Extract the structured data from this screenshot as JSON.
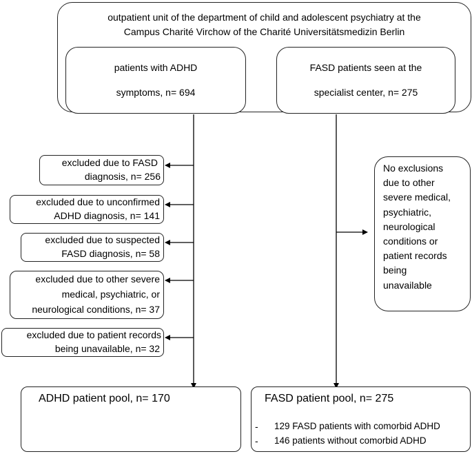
{
  "top": {
    "line1": "outpatient unit of the department of child and adolescent psychiatry at the",
    "line2": "Campus Charité Virchow of the Charité Universitätsmedizin Berlin"
  },
  "adhd_source": {
    "line1": "patients with ADHD",
    "line2": "symptoms, n= 694"
  },
  "fasd_source": {
    "line1": "FASD patients seen at the",
    "line2": "specialist center, n= 275"
  },
  "exclusions": [
    {
      "line1": "excluded due to FASD",
      "line2": "diagnosis, n= 256"
    },
    {
      "line1": "excluded due to unconfirmed",
      "line2": "ADHD diagnosis, n= 141"
    },
    {
      "line1": "excluded due to suspected",
      "line2": "FASD diagnosis, n= 58"
    },
    {
      "line1": "excluded due to other severe",
      "line2": "medical, psychiatric, or",
      "line3": "neurological conditions, n= 37"
    },
    {
      "line1": "excluded due to patient records",
      "line2": "being unavailable, n= 32"
    }
  ],
  "no_exclusions": {
    "lines": [
      "No exclusions",
      "due to other",
      "severe medical,",
      "psychiatric,",
      "neurological",
      "conditions or",
      "patient records",
      "being",
      "unavailable"
    ]
  },
  "adhd_pool": {
    "title": "ADHD patient pool, n= 170"
  },
  "fasd_pool": {
    "title": "FASD patient pool, n= 275",
    "bullet": "-",
    "items": [
      "129 FASD patients with comorbid ADHD",
      "146 patients without comorbid ADHD"
    ]
  }
}
